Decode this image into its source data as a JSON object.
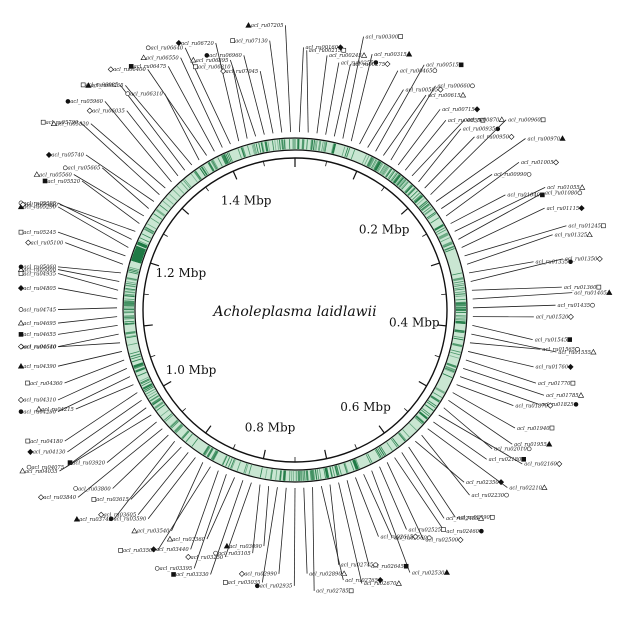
{
  "diagram": {
    "organism": "Acholeplasma laidlawii",
    "scale_labels": [
      {
        "text": "0.2 Mbp",
        "mbp": 0.2
      },
      {
        "text": "0.4 Mbp",
        "mbp": 0.4
      },
      {
        "text": "0.6 Mbp",
        "mbp": 0.6
      },
      {
        "text": "0.8 Mbp",
        "mbp": 0.8
      },
      {
        "text": "1.0 Mbp",
        "mbp": 1.0
      },
      {
        "text": "1.2 Mbp",
        "mbp": 1.2
      },
      {
        "text": "1.4 Mbp",
        "mbp": 1.4
      }
    ],
    "genome_mbp": 1.5,
    "colors": {
      "ring_fill": "#c9e6d2",
      "ring_mark": "#1f7a45",
      "line": "#111111"
    },
    "gene_labels": [
      "acl_ru00160",
      "acl_ru00215",
      "acl_ru00245",
      "acl_ru00255",
      "acl_ru00275",
      "acl_ru00300",
      "acl_ru00315",
      "acl_ru00465",
      "acl_ru00505",
      "acl_ru00515",
      "acl_ru00615",
      "acl_ru00660",
      "acl_ru00715",
      "acl_ru00855",
      "acl_ru00870",
      "acl_ru00935",
      "acl_ru00950",
      "acl_ru00960",
      "acl_ru00970",
      "acl_ru00990",
      "acl_ru01005",
      "acl_ru01040",
      "acl_ru01055",
      "acl_ru01080",
      "acl_ru01115",
      "acl_ru01245",
      "acl_ru01325",
      "acl_ru01335",
      "acl_ru01350",
      "acl_ru01360",
      "acl_ru01405",
      "acl_ru01435",
      "acl_ru01520",
      "acl_ru01545",
      "acl_ru01555",
      "acl_ru01565",
      "acl_ru01760",
      "acl_ru01770",
      "acl_ru01785",
      "acl_ru01825",
      "acl_ru01870",
      "acl_ru01940",
      "acl_ru01955",
      "acl_ru02010",
      "acl_ru02160",
      "acl_ru02180",
      "acl_ru02210",
      "acl_ru02230",
      "acl_ru02350",
      "acl_ru02390",
      "acl_ru02435",
      "acl_ru02460",
      "acl_ru02500",
      "acl_ru02525",
      "acl_ru02530",
      "acl_ru02560",
      "acl_ru02615",
      "acl_ru02645",
      "acl_ru02670",
      "acl_ru02745",
      "acl_ru02765",
      "acl_ru02785",
      "acl_ru02890",
      "acl_ru02935",
      "acl_ru02990",
      "acl_ru03035",
      "acl_ru03090",
      "acl_ru03105",
      "acl_ru03250",
      "acl_ru03330",
      "acl_ru03360",
      "acl_ru03395",
      "acl_ru03440",
      "acl_ru03505",
      "acl_ru03540",
      "acl_ru03590",
      "acl_ru03605",
      "acl_ru03615",
      "acl_ru03745",
      "acl_ru03800",
      "acl_ru03840",
      "acl_ru03920",
      "acl_ru04035",
      "acl_ru04075",
      "acl_ru04130",
      "acl_ru04180",
      "acl_ru04215",
      "acl_ru04290",
      "acl_ru04310",
      "acl_ru04360",
      "acl_ru04390",
      "acl_ru04540",
      "acl_ru04610",
      "acl_ru04655",
      "acl_ru04695",
      "acl_ru04745",
      "acl_ru04805",
      "acl_ru04935",
      "acl_ru05000",
      "acl_ru05060",
      "acl_ru05100",
      "acl_ru05245",
      "acl_ru05290",
      "acl_ru05395",
      "acl_ru05440",
      "acl_ru05520",
      "acl_ru05560",
      "acl_ru05665",
      "acl_ru05740",
      "acl_ru05790",
      "acl_ru05820",
      "acl_ru05960",
      "acl_ru06035",
      "acl_ru06085",
      "acl_ru06235",
      "acl_ru06310",
      "acl_ru06400",
      "acl_ru06475",
      "acl_ru06550",
      "acl_ru06640",
      "acl_ru06720",
      "acl_ru06810",
      "acl_ru06895",
      "acl_ru06960",
      "acl_ru07045",
      "acl_ru07130",
      "acl_ru07205"
    ]
  }
}
